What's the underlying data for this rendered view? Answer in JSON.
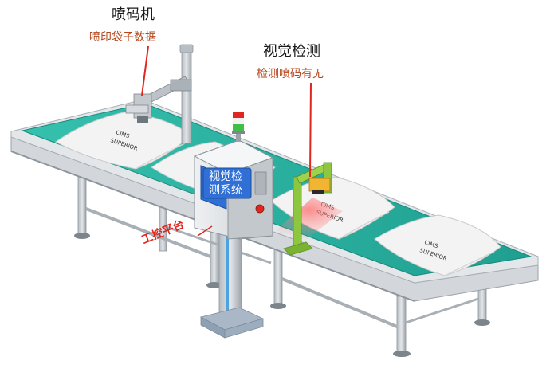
{
  "labels": {
    "printer_title": "喷码机",
    "printer_sub": "喷印袋子数据",
    "vision_title": "视觉检测",
    "vision_sub": "检测喷码有无",
    "control_platform": "工控平台",
    "screen_line1": "视觉检",
    "screen_line2": "测系统"
  },
  "bag_text": {
    "line1": "CIMS",
    "line2": "SUPERIOR"
  },
  "colors": {
    "belt": "#2bb5a4",
    "frame": "#c8cdd3",
    "steel": "#9aa1a8",
    "vision_frame": "#8dc63f",
    "accent_red": "#e0271f",
    "sub_label": "#b5451b",
    "screen": "#2f6fd6"
  }
}
